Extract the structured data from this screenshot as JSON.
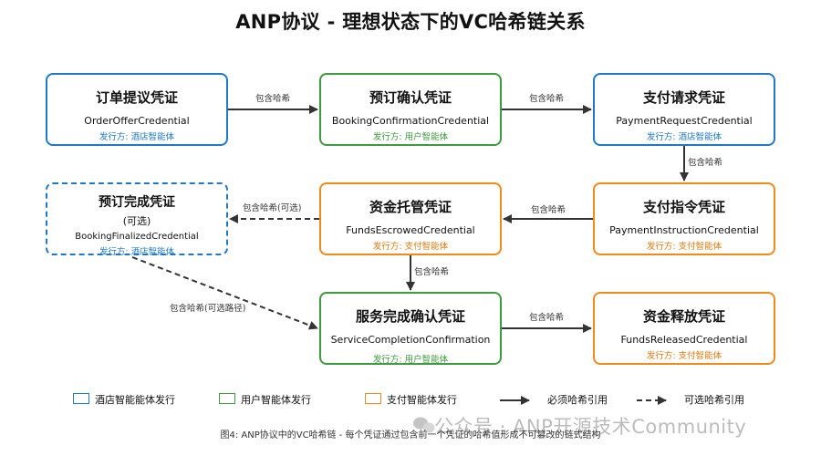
{
  "title": "ANP协议 - 理想状态下的VC哈希链关系",
  "colors": {
    "hotel": "#1f78c8",
    "user": "#3e9a3e",
    "payment": "#f08a1c",
    "edge": "#333333"
  },
  "nodes": {
    "order_offer": {
      "cn": "订单提议凭证",
      "en": "OrderOfferCredential",
      "issuer": "发行方: 酒店智能体"
    },
    "booking_confirmation": {
      "cn": "预订确认凭证",
      "en": "BookingConfirmationCredential",
      "issuer": "发行方: 用户智能体"
    },
    "payment_request": {
      "cn": "支付请求凭证",
      "en": "PaymentRequestCredential",
      "issuer": "发行方: 酒店智能体"
    },
    "booking_finalized": {
      "cn": "预订完成凭证",
      "optional": "(可选)",
      "en": "BookingFinalizedCredential",
      "issuer": "发行方: 酒店智能体"
    },
    "funds_escrowed": {
      "cn": "资金托管凭证",
      "en": "FundsEscrowedCredential",
      "issuer": "发行方: 支付智能体"
    },
    "payment_instruction": {
      "cn": "支付指令凭证",
      "en": "PaymentInstructionCredential",
      "issuer": "发行方: 支付智能体"
    },
    "service_completion": {
      "cn": "服务完成确认凭证",
      "en": "ServiceCompletionConfirmation",
      "issuer": "发行方: 用户智能体"
    },
    "funds_released": {
      "cn": "资金释放凭证",
      "en": "FundsReleasedCredential",
      "issuer": "发行方: 支付智能体"
    }
  },
  "edges": {
    "e1": "包含哈希",
    "e2": "包含哈希",
    "e3": "包含哈希",
    "e4": "包含哈希",
    "e5": "包含哈希(可选)",
    "e6": "包含哈希",
    "e7": "包含哈希(可选路径)",
    "e8": "包含哈希"
  },
  "legend": {
    "hotel": "酒店智能能体发行",
    "user": "用户智能体发行",
    "payment": "支付智能体发行",
    "required": "必须哈希引用",
    "optional": "可选哈希引用"
  },
  "caption": "图4: ANP协议中的VC哈希链 - 每个凭证通过包含前一个凭证的哈希值形成不可篡改的链式结构",
  "watermark": "公众号 · ANP开源技术Community"
}
